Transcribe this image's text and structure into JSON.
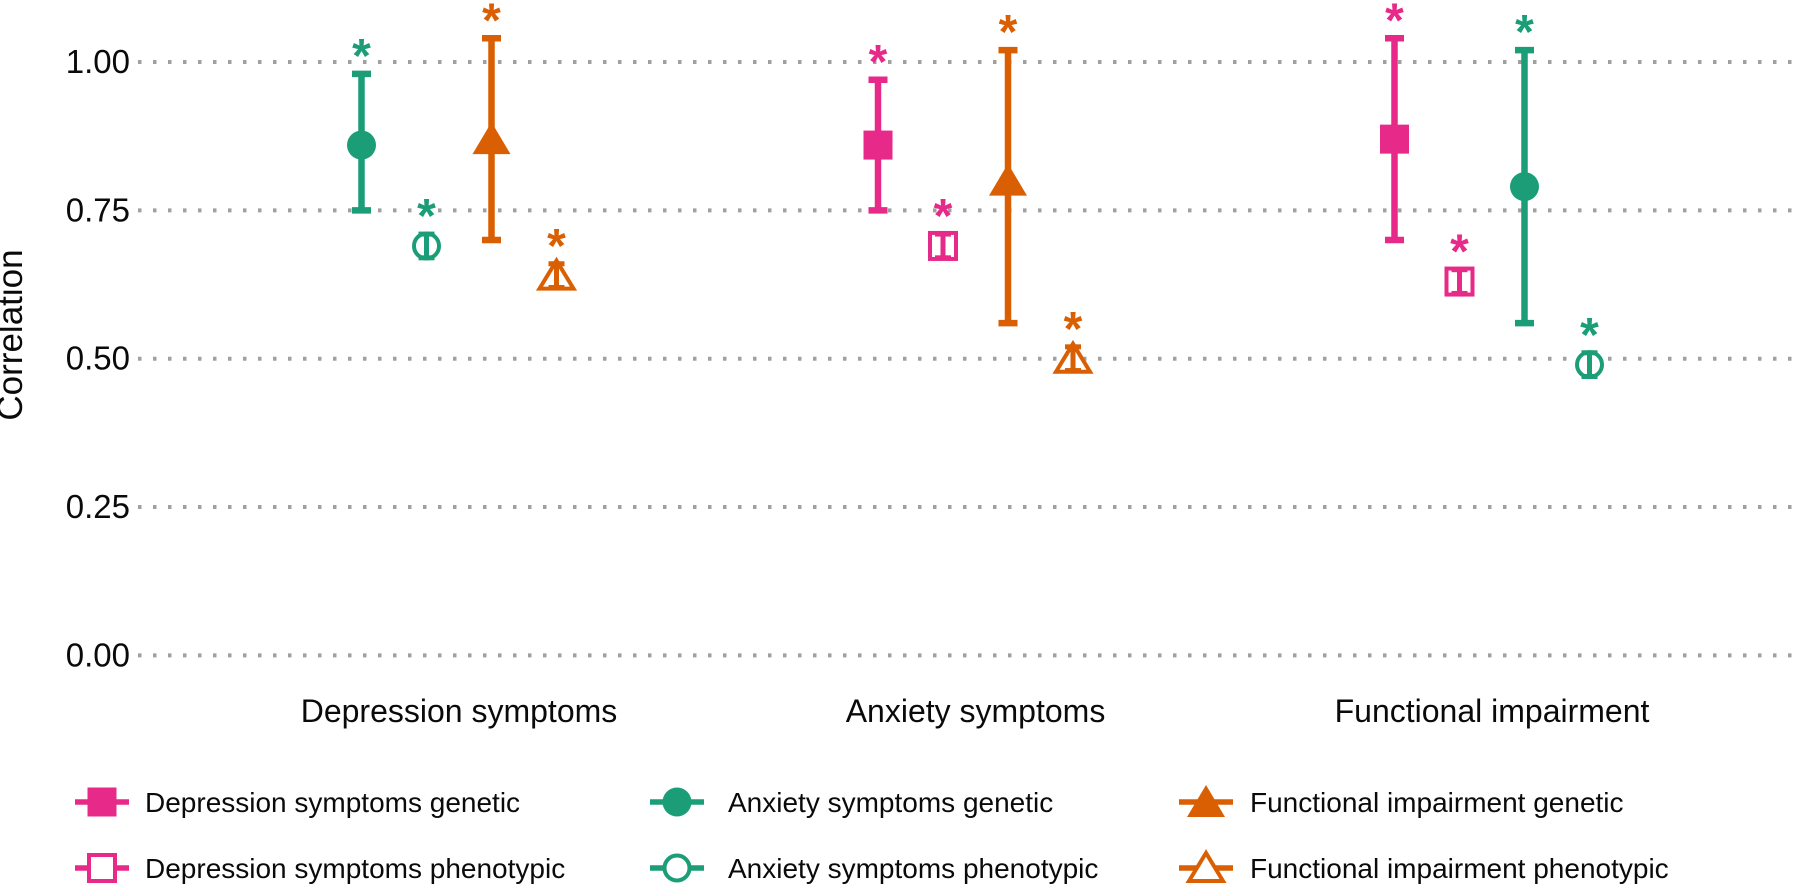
{
  "chart_data": {
    "type": "pointrange",
    "title": "",
    "xlabel": "",
    "ylabel": "Correlation",
    "ylim": [
      0.0,
      1.08
    ],
    "yticks": [
      0.0,
      0.25,
      0.5,
      0.75,
      1.0
    ],
    "ytick_labels": [
      "0.00",
      "0.25",
      "0.50",
      "0.75",
      "1.00"
    ],
    "grid": "horizontal-dotted",
    "legend_position": "bottom",
    "significance_marker": "*",
    "categories": [
      "Depression symptoms",
      "Anxiety symptoms",
      "Functional impairment"
    ],
    "groups": [
      {
        "category": "Depression symptoms",
        "points": [
          {
            "series": "Anxiety symptoms genetic",
            "value": 0.86,
            "ci_low": 0.75,
            "ci_high": 0.98,
            "significant": true
          },
          {
            "series": "Anxiety symptoms phenotypic",
            "value": 0.69,
            "ci_low": 0.67,
            "ci_high": 0.71,
            "significant": true
          },
          {
            "series": "Functional impairment genetic",
            "value": 0.87,
            "ci_low": 0.7,
            "ci_high": 1.04,
            "significant": true
          },
          {
            "series": "Functional impairment phenotypic",
            "value": 0.64,
            "ci_low": 0.62,
            "ci_high": 0.66,
            "significant": true
          }
        ]
      },
      {
        "category": "Anxiety symptoms",
        "points": [
          {
            "series": "Depression symptoms genetic",
            "value": 0.86,
            "ci_low": 0.75,
            "ci_high": 0.97,
            "significant": true
          },
          {
            "series": "Depression symptoms phenotypic",
            "value": 0.69,
            "ci_low": 0.67,
            "ci_high": 0.71,
            "significant": true
          },
          {
            "series": "Functional impairment genetic",
            "value": 0.8,
            "ci_low": 0.56,
            "ci_high": 1.02,
            "significant": true
          },
          {
            "series": "Functional impairment phenotypic",
            "value": 0.5,
            "ci_low": 0.48,
            "ci_high": 0.52,
            "significant": true
          }
        ]
      },
      {
        "category": "Functional impairment",
        "points": [
          {
            "series": "Depression symptoms genetic",
            "value": 0.87,
            "ci_low": 0.7,
            "ci_high": 1.04,
            "significant": true
          },
          {
            "series": "Depression symptoms phenotypic",
            "value": 0.63,
            "ci_low": 0.61,
            "ci_high": 0.65,
            "significant": true
          },
          {
            "series": "Anxiety symptoms genetic",
            "value": 0.79,
            "ci_low": 0.56,
            "ci_high": 1.02,
            "significant": true
          },
          {
            "series": "Anxiety symptoms phenotypic",
            "value": 0.49,
            "ci_low": 0.47,
            "ci_high": 0.51,
            "significant": true
          }
        ]
      }
    ],
    "legend": [
      {
        "label": "Depression symptoms genetic",
        "shape": "square",
        "fill": "filled",
        "color": "#e7298a"
      },
      {
        "label": "Depression symptoms phenotypic",
        "shape": "square",
        "fill": "open",
        "color": "#e7298a"
      },
      {
        "label": "Anxiety symptoms genetic",
        "shape": "circle",
        "fill": "filled",
        "color": "#1b9e77"
      },
      {
        "label": "Anxiety symptoms phenotypic",
        "shape": "circle",
        "fill": "open",
        "color": "#1b9e77"
      },
      {
        "label": "Functional impairment genetic",
        "shape": "triangle",
        "fill": "filled",
        "color": "#d95f02"
      },
      {
        "label": "Functional impairment phenotypic",
        "shape": "triangle",
        "fill": "open",
        "color": "#d95f02"
      }
    ],
    "colors": {
      "depression_pink": "#e7298a",
      "anxiety_teal": "#1b9e77",
      "functional_orange": "#d95f02",
      "grid": "#a0a0a0",
      "text": "#0a0a0a",
      "background": "#ffffff"
    }
  }
}
